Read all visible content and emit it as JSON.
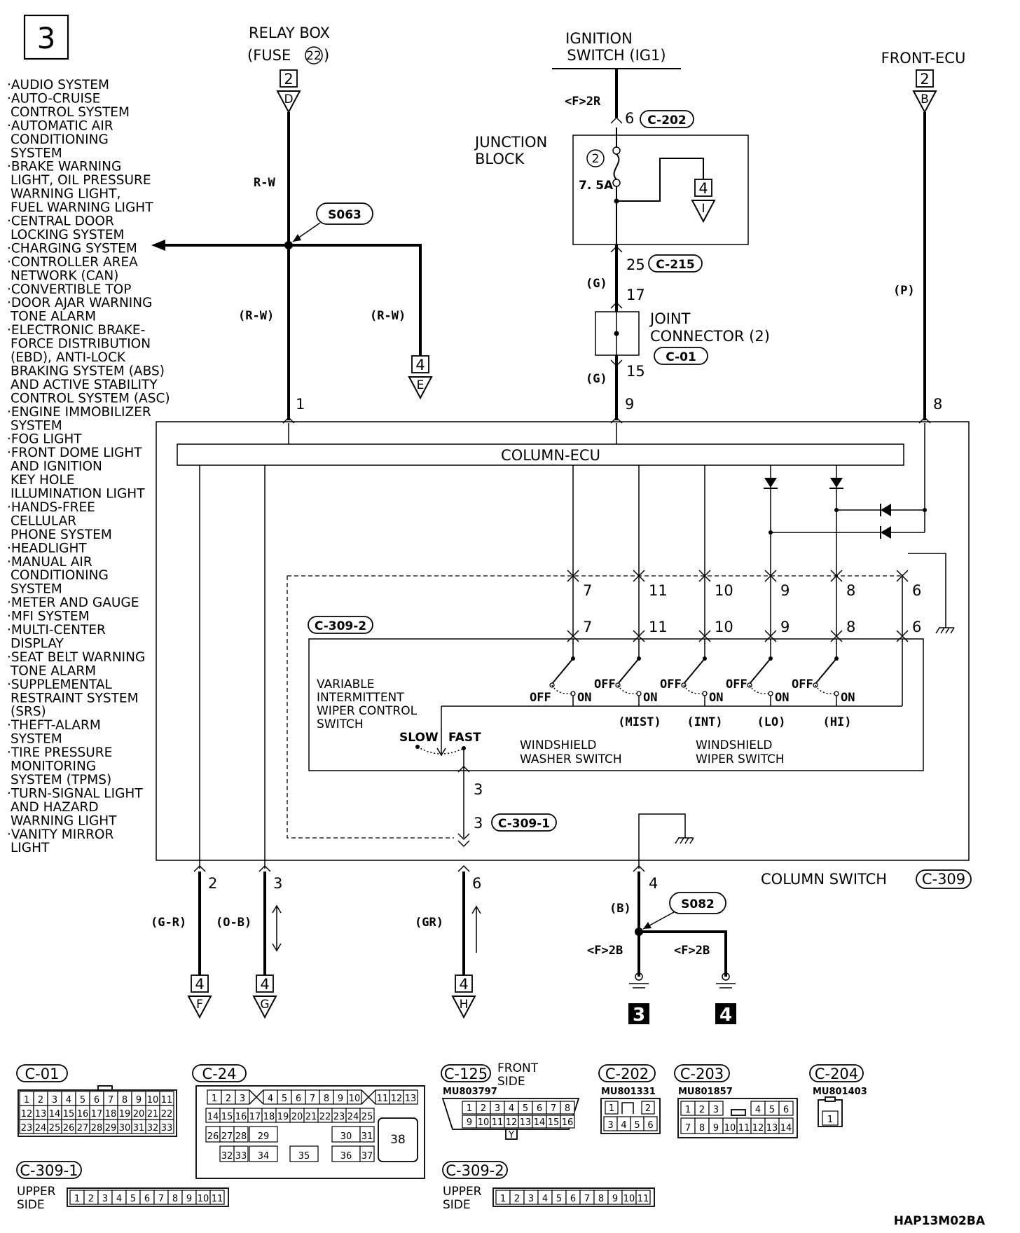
{
  "page_number": "3",
  "relay_box": {
    "title": "RELAY BOX",
    "fuse": "(FUSE",
    "fuse_no": "22",
    "fuse_close": ")",
    "ref_num": "2",
    "ref_letter": "D"
  },
  "ignition": {
    "line1": "IGNITION",
    "line2": "SWITCH (IG1)",
    "wire_ref": "<F>2R",
    "pin": "6",
    "connector": "C-202"
  },
  "front_ecu": {
    "title": "FRONT-ECU",
    "ref_num": "2",
    "ref_letter": "B",
    "wire_color": "(P)",
    "pin": "8"
  },
  "systems": [
    "·AUDIO SYSTEM",
    "·AUTO-CRUISE",
    "CONTROL SYSTEM",
    "·AUTOMATIC AIR",
    "CONDITIONING",
    "SYSTEM",
    "·BRAKE WARNING",
    "LIGHT, OIL PRESSURE",
    "WARNING LIGHT,",
    "FUEL WARNING LIGHT",
    "·CENTRAL DOOR",
    "LOCKING SYSTEM",
    "·CHARGING SYSTEM",
    "·CONTROLLER AREA",
    "NETWORK (CAN)",
    "·CONVERTIBLE TOP",
    "·DOOR AJAR WARNING",
    "TONE ALARM",
    "·ELECTRONIC BRAKE-",
    "FORCE DISTRIBUTION",
    "(EBD), ANTI-LOCK",
    "BRAKING SYSTEM (ABS)",
    "AND ACTIVE STABILITY",
    "CONTROL SYSTEM (ASC)",
    "·ENGINE IMMOBILIZER",
    "SYSTEM",
    "·FOG LIGHT",
    "·FRONT DOME LIGHT",
    "AND IGNITION",
    "KEY HOLE",
    "ILLUMINATION LIGHT",
    "·HANDS-FREE",
    "CELLULAR",
    "PHONE SYSTEM",
    "·HEADLIGHT",
    "·MANUAL AIR",
    "CONDITIONING",
    "SYSTEM",
    "·METER AND GAUGE",
    "·MFI SYSTEM",
    "·MULTI-CENTER",
    "DISPLAY",
    "·SEAT BELT WARNING",
    "TONE ALARM",
    "·SUPPLEMENTAL",
    "RESTRAINT SYSTEM",
    "(SRS)",
    "·THEFT-ALARM",
    "SYSTEM",
    "·TIRE PRESSURE",
    "MONITORING",
    "SYSTEM (TPMS)",
    "·TURN-SIGNAL LIGHT",
    "AND HAZARD",
    "WARNING LIGHT",
    "·VANITY MIRROR",
    "LIGHT"
  ],
  "left_branch": {
    "wire_top": "R-W",
    "splice": "S063",
    "wire_left": "(R-W)",
    "wire_right": "(R-W)",
    "ref_num": "4",
    "ref_letter": "E",
    "pin": "1"
  },
  "junction_block": {
    "line1": "JUNCTION",
    "line2": "BLOCK",
    "fuse_no": "2",
    "rating": "7. 5A",
    "ref_num": "4",
    "ref_letter": "I",
    "pin_out": "25",
    "connector": "C-215"
  },
  "joint_connector": {
    "wire_top": "(G)",
    "pin_in": "17",
    "line1": "JOINT",
    "line2": "CONNECTOR (2)",
    "connector": "C-01",
    "pin_out": "15",
    "wire_bottom": "(G)",
    "pin_ecu": "9"
  },
  "column_ecu": {
    "label": "COLUMN-ECU"
  },
  "column_switch": {
    "label": "COLUMN SWITCH",
    "connector": "C-309"
  },
  "connector_309_2": {
    "label": "C-309-2",
    "pins": [
      "7",
      "11",
      "10",
      "9",
      "8",
      "6"
    ]
  },
  "connector_309_1": {
    "pin": "3",
    "label": "C-309-1"
  },
  "switch_labels": {
    "off": "OFF",
    "on": "ON",
    "mist": "(MIST)",
    "int": "(INT)",
    "lo": "(LO)",
    "hi": "(HI)",
    "variable": [
      "VARIABLE",
      "INTERMITTENT",
      "WIPER CONTROL",
      "SWITCH"
    ],
    "slow": "SLOW",
    "fast": "FAST",
    "washer": [
      "WINDSHIELD",
      "WASHER SWITCH"
    ],
    "wiper": [
      "WINDSHIELD",
      "WIPER SWITCH"
    ],
    "pin_3": "3"
  },
  "bottom_outputs": [
    {
      "pin": "2",
      "wire": "(G-R)",
      "ref_num": "4",
      "ref_letter": "F"
    },
    {
      "pin": "3",
      "wire": "(O-B)",
      "ref_num": "4",
      "ref_letter": "G"
    },
    {
      "pin": "6",
      "wire": "(GR)",
      "ref_num": "4",
      "ref_letter": "H"
    }
  ],
  "ground": {
    "pin": "4",
    "wire": "(B)",
    "splice": "S082",
    "ref_left": "<F>2B",
    "ref_right": "<F>2B",
    "ground_left": "3",
    "ground_right": "4"
  },
  "connectors": {
    "c01": {
      "name": "C-01",
      "rows": [
        [
          "1",
          "2",
          "3",
          "4",
          "5",
          "6",
          "7",
          "8",
          "9",
          "10",
          "11"
        ],
        [
          "12",
          "13",
          "14",
          "15",
          "16",
          "17",
          "18",
          "19",
          "20",
          "21",
          "22"
        ],
        [
          "23",
          "24",
          "25",
          "26",
          "27",
          "28",
          "29",
          "30",
          "31",
          "32",
          "33"
        ]
      ]
    },
    "c24": {
      "name": "C-24",
      "row1": [
        "1",
        "2",
        "3",
        "",
        "4",
        "5",
        "6",
        "7",
        "8",
        "9",
        "10",
        "",
        "11",
        "12",
        "13"
      ],
      "row2": [
        "14",
        "15",
        "16",
        "17",
        "18",
        "19",
        "20",
        "21",
        "22",
        "23",
        "24",
        "25"
      ],
      "row3": [
        "26",
        "27",
        "28",
        "29",
        "30",
        "31"
      ],
      "row4": [
        "32",
        "33",
        "34",
        "35",
        "36",
        "37"
      ],
      "big": "38"
    },
    "c125": {
      "name": "C-125",
      "side_line1": "FRONT",
      "side_line2": "SIDE",
      "part": "MU803797",
      "row1": [
        "1",
        "2",
        "3",
        "4",
        "5",
        "6",
        "7",
        "8"
      ],
      "row2": [
        "9",
        "10",
        "11",
        "12",
        "13",
        "14",
        "15",
        "16"
      ],
      "key": "Y"
    },
    "c202": {
      "name": "C-202",
      "part": "MU801331",
      "row1": [
        "1",
        "",
        "2"
      ],
      "row2": [
        "3",
        "4",
        "5",
        "6"
      ]
    },
    "c203": {
      "name": "C-203",
      "part": "MU801857",
      "row1": [
        "1",
        "2",
        "3",
        "4",
        "5",
        "6"
      ],
      "row2": [
        "7",
        "8",
        "9",
        "10",
        "11",
        "12",
        "13",
        "14"
      ]
    },
    "c204": {
      "name": "C-204",
      "part": "MU801403",
      "pin": "1"
    },
    "c309_1": {
      "name": "C-309-1",
      "side_line1": "UPPER",
      "side_line2": "SIDE",
      "pins": [
        "1",
        "2",
        "3",
        "4",
        "5",
        "6",
        "7",
        "8",
        "9",
        "10",
        "11"
      ]
    },
    "c309_2": {
      "name": "C-309-2",
      "side_line1": "UPPER",
      "side_line2": "SIDE",
      "pins": [
        "1",
        "2",
        "3",
        "4",
        "5",
        "6",
        "7",
        "8",
        "9",
        "10",
        "11"
      ]
    }
  },
  "figure_code": "HAP13M02BA"
}
